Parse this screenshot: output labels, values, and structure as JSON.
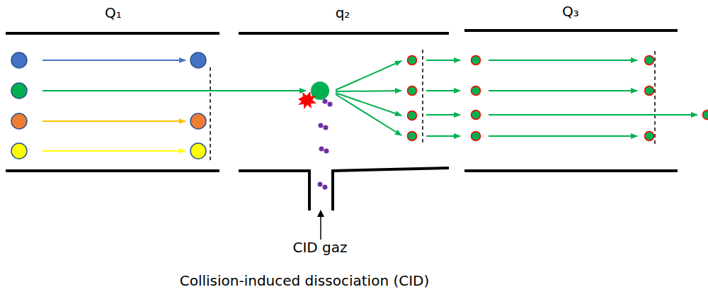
{
  "diagram": {
    "caption": "Collision-induced dissociation (CID)",
    "labels": [
      "Q₁",
      "q₂",
      "Q₃",
      "CID gaz"
    ]
  }
}
